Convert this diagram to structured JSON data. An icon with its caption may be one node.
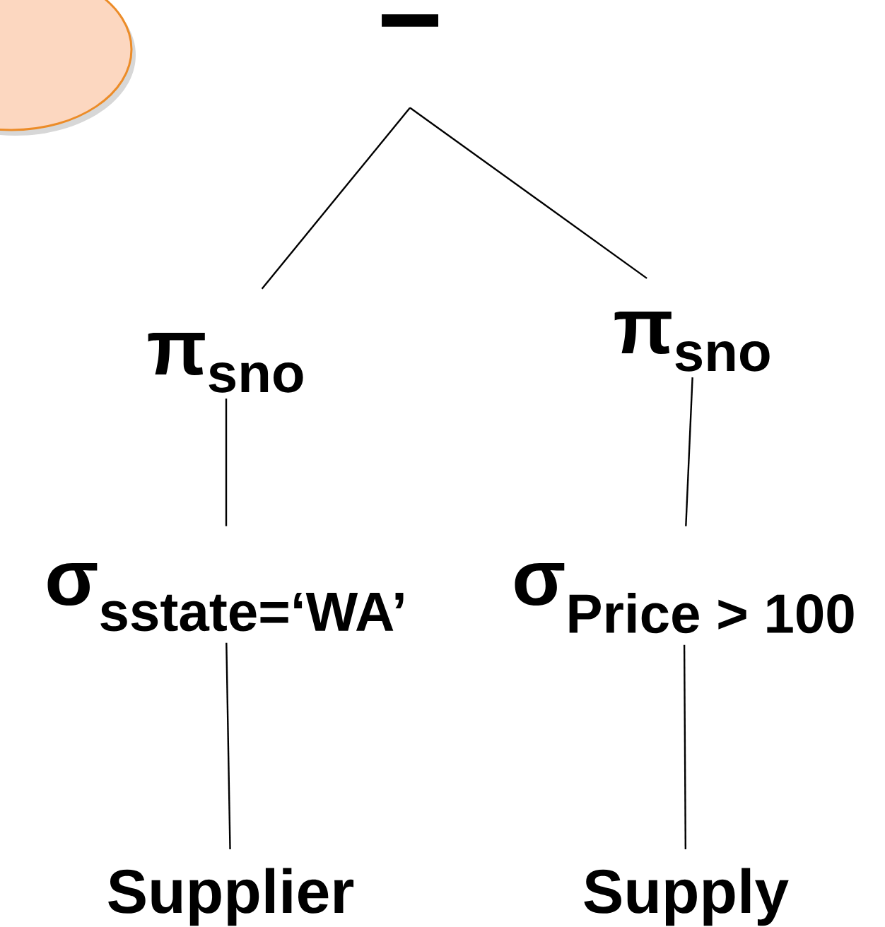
{
  "diagram": {
    "nodes": [
      {
        "text": [
          "−"
        ]
      },
      {
        "text": [
          "π$_{sno}$"
        ]
      },
      {
        "text": [
          "π$_{sno}$"
        ]
      },
      {
        "text": [
          "σ$_{sstate=‘WA’}$"
        ]
      },
      {
        "text": [
          "σ$_{Price > 100}$"
        ]
      },
      {
        "text": [
          "Supplier"
        ]
      },
      {
        "text": [
          "Supply"
        ]
      },
      {
        "text": [],
        "shape": "ellipse"
      }
    ],
    "edges": [
      {
        "from": 0,
        "to": 1,
        "arrow": "none"
      },
      {
        "from": 0,
        "to": 2,
        "arrow": "none"
      },
      {
        "from": 1,
        "to": 3,
        "arrow": "none"
      },
      {
        "from": 2,
        "to": 4,
        "arrow": "none"
      },
      {
        "from": 3,
        "to": 5,
        "arrow": "none"
      },
      {
        "from": 4,
        "to": 6,
        "arrow": "none"
      }
    ]
  }
}
